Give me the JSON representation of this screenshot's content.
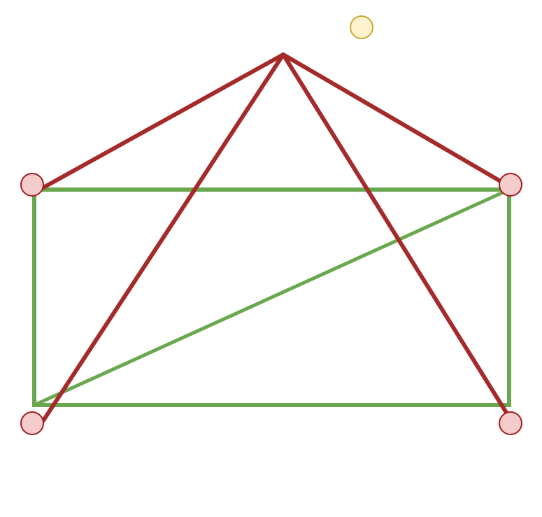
{
  "colors": {
    "background": "#ffffff",
    "green_edge": "#6aa84f",
    "red_edge": "#a52a2a",
    "red_node_fill": "#f4cccc",
    "red_node_stroke": "#a61c1c",
    "yellow_node_fill": "#fff2cc",
    "yellow_node_stroke": "#c7a936"
  },
  "nodes": [
    {
      "id": "top-node",
      "kind": "yellow"
    },
    {
      "id": "upper-left-node",
      "kind": "red"
    },
    {
      "id": "upper-right-node",
      "kind": "red"
    },
    {
      "id": "lower-left-node",
      "kind": "red"
    },
    {
      "id": "lower-right-node",
      "kind": "red"
    }
  ],
  "edges": [
    {
      "id": "green-rectangle",
      "color": "green",
      "shape": "rectangle"
    },
    {
      "id": "green-diagonal-upper-right-to-lower-left",
      "color": "green"
    },
    {
      "id": "red-apex-to-upper-left",
      "color": "red"
    },
    {
      "id": "red-apex-to-upper-right",
      "color": "red"
    },
    {
      "id": "red-apex-to-lower-left",
      "color": "red"
    },
    {
      "id": "red-apex-to-lower-right",
      "color": "red"
    }
  ]
}
